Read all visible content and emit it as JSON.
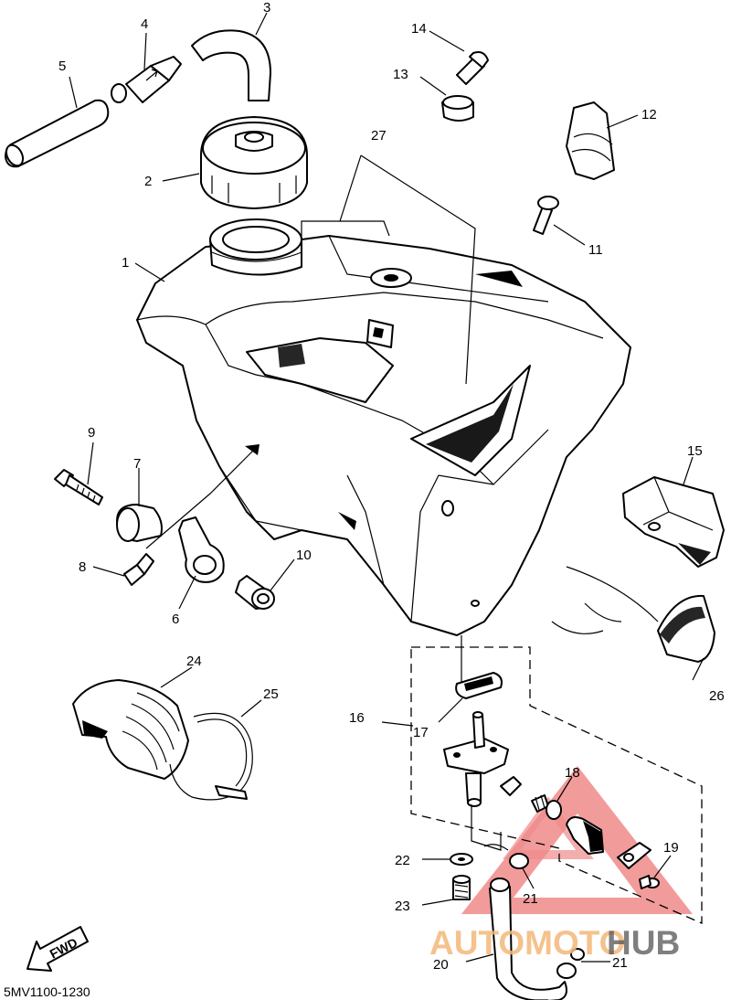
{
  "diagram": {
    "part_numbers": [
      "1",
      "2",
      "3",
      "4",
      "5",
      "6",
      "7",
      "8",
      "9",
      "10",
      "11",
      "12",
      "13",
      "14",
      "15",
      "16",
      "17",
      "18",
      "19",
      "20",
      "21",
      "21",
      "22",
      "23",
      "24",
      "25",
      "26",
      "27"
    ],
    "direction_arrow_label": "FWD",
    "figure_code": "5MV1100-1230"
  },
  "watermark": {
    "text_part1": "AUTOMOTO",
    "text_part2": "HUB",
    "color_part1": "#f4b87a",
    "color_part2": "#555555",
    "triangle_color": "#f08a8a"
  }
}
